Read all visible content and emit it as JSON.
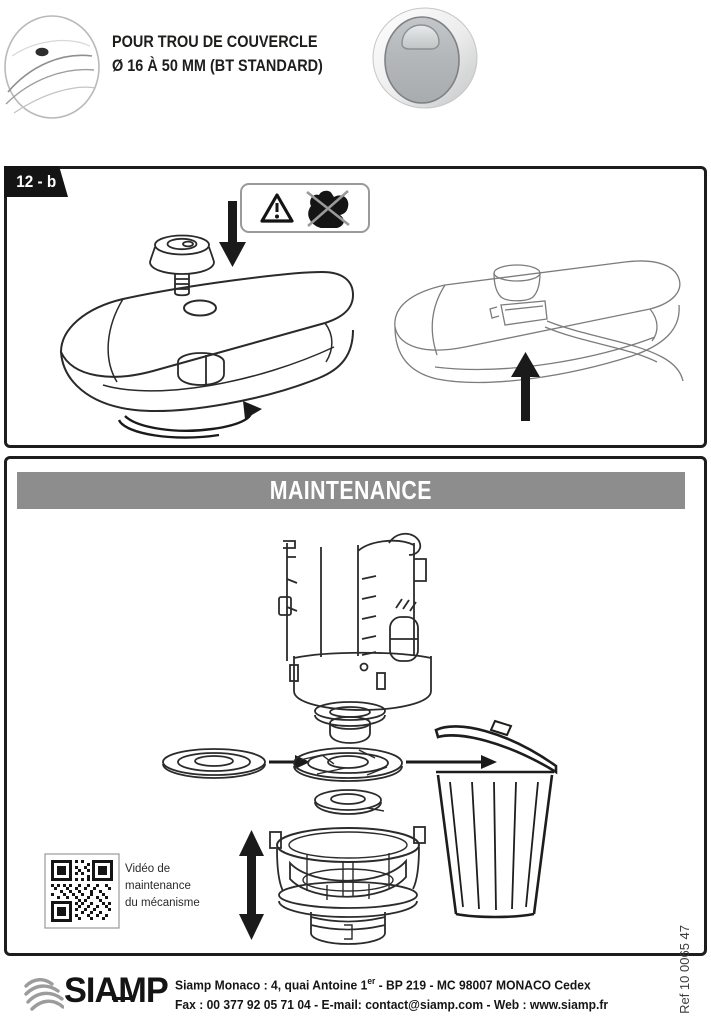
{
  "header": {
    "line1": "POUR TROU DE COUVERCLE",
    "line2": "Ø 16 À 50 MM (BT STANDARD)"
  },
  "step_panel": {
    "label": "12 - b"
  },
  "maintenance": {
    "title": "MAINTENANCE",
    "qr_caption": [
      "Vidéo de",
      "maintenance",
      "du mécanisme"
    ],
    "ref_code": "Ref 10 0065 47"
  },
  "footer": {
    "brand": "SIAMP",
    "address1_prefix": "Siamp Monaco : 4, quai Antoine 1",
    "address1_sup": "er",
    "address1_suffix": " - BP 219 - MC 98007 MONACO Cedex",
    "address2": "Fax : 00 377 92 05 71 04 - E-mail: contact@siamp.com - Web : www.siamp.fr"
  },
  "icons": {
    "warning_triangle": "triangle-exclamation",
    "no_force": "crossed-out-muscle-arm",
    "down_arrow": "arrow-down",
    "up_arrow": "arrow-up",
    "rotate_arrow": "rotation-swirl",
    "double_arrow": "arrow-up-down",
    "trash": "open-trash-can",
    "qr": "qr-code"
  },
  "colors": {
    "maintenance_bar": "#8d8d8d",
    "panel_border": "#1d1d1b",
    "button_gray": "#b5b9bb",
    "logo_gray": "#9c9c9c"
  }
}
